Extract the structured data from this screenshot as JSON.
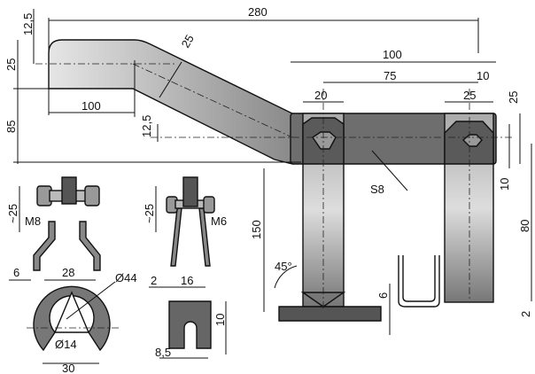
{
  "drawing": {
    "dimensions": {
      "total_length": "280",
      "top_offset": "12,5",
      "bar_width_left": "25",
      "height_85": "85",
      "bend_width": "25",
      "straight_length": "100",
      "mid_offset": "12,5",
      "span_100": "100",
      "span_75": "75",
      "edge_10": "10",
      "strap_20": "20",
      "strap_25": "25",
      "bar_25": "25",
      "hole_10": "10",
      "height_150": "150",
      "height_80": "80",
      "material": "S8",
      "angle": "45°",
      "clip_6": "6",
      "clip_2": "2"
    },
    "details": {
      "m8_height": "~25",
      "m8_bolt": "M8",
      "m6_height": "~25",
      "m6_bolt": "M6",
      "ring_6": "6",
      "ring_28": "28",
      "ring_outer": "Ø44",
      "ring_inner": "Ø14",
      "ring_30": "30",
      "block_2": "2",
      "block_16": "16",
      "block_10": "10",
      "block_slot": "8,5"
    },
    "colors": {
      "metal_light": "#d4d4d4",
      "metal_dark": "#6e6e6e",
      "ink": "#111111"
    }
  }
}
